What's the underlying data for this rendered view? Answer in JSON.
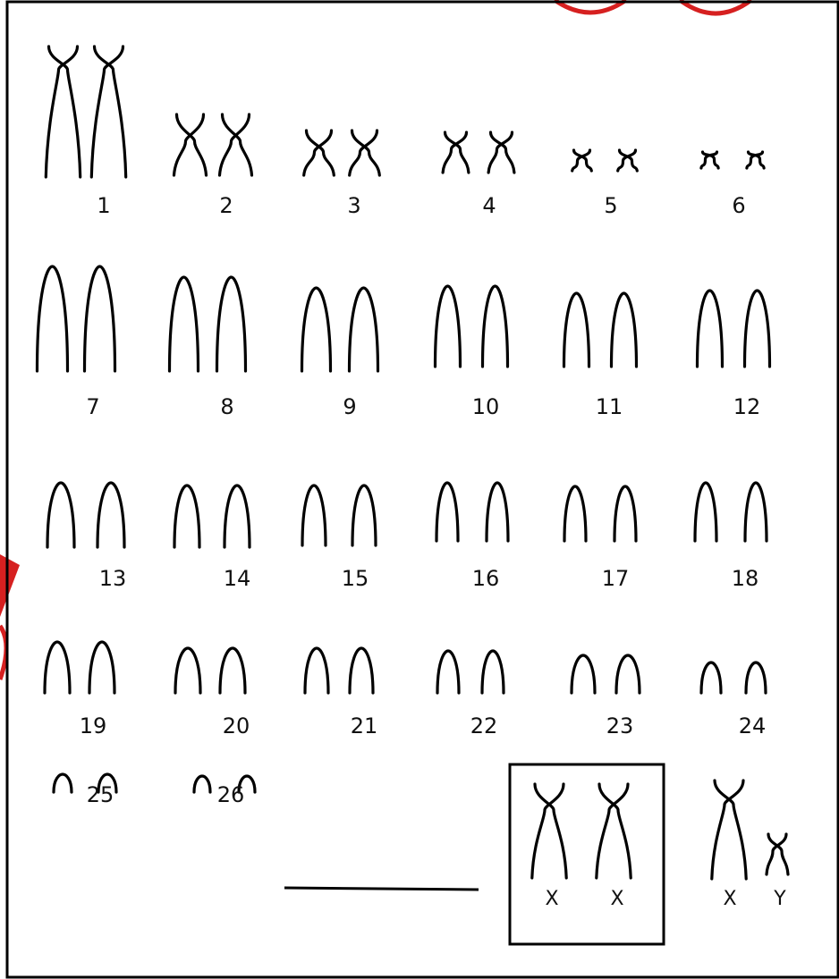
{
  "colors": {
    "ink": "#000000",
    "background": "#ffffff",
    "watermark": "#d62020"
  },
  "karyotype": {
    "rows": [
      {
        "type": "metacentric",
        "pairs": [
          {
            "label": "1"
          },
          {
            "label": "2"
          },
          {
            "label": "3"
          },
          {
            "label": "4"
          },
          {
            "label": "5"
          },
          {
            "label": "6"
          }
        ]
      },
      {
        "type": "acrocentric",
        "pairs": [
          {
            "label": "7"
          },
          {
            "label": "8"
          },
          {
            "label": "9"
          },
          {
            "label": "10"
          },
          {
            "label": "11"
          },
          {
            "label": "12"
          }
        ]
      },
      {
        "type": "acrocentric",
        "pairs": [
          {
            "label": "13"
          },
          {
            "label": "14"
          },
          {
            "label": "15"
          },
          {
            "label": "16"
          },
          {
            "label": "17"
          },
          {
            "label": "18"
          }
        ]
      },
      {
        "type": "acrocentric",
        "pairs": [
          {
            "label": "19"
          },
          {
            "label": "20"
          },
          {
            "label": "21"
          },
          {
            "label": "22"
          },
          {
            "label": "23"
          },
          {
            "label": "24"
          }
        ]
      },
      {
        "type": "acrocentric",
        "pairs": [
          {
            "label": "25"
          },
          {
            "label": "26"
          }
        ]
      }
    ],
    "sex_chromosomes": {
      "answer_blank": "",
      "boxed_option": [
        "X",
        "X"
      ],
      "other_option": [
        "X",
        "Y"
      ]
    }
  }
}
